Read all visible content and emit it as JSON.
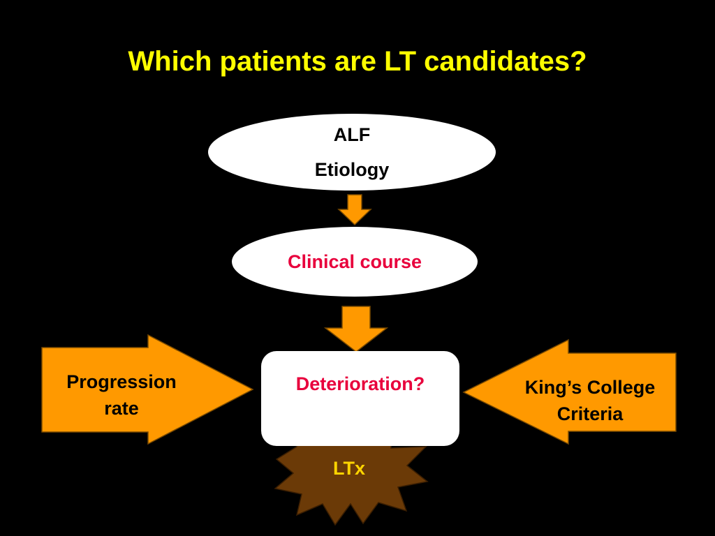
{
  "slide": {
    "title": "Which patients are LT candidates?"
  },
  "nodes": {
    "alf": {
      "line1": "ALF",
      "line2": "Etiology"
    },
    "clinical_course": {
      "label": "Clinical course"
    },
    "deterioration": {
      "label": "Deterioration?"
    },
    "ltx": {
      "label": "LTx"
    }
  },
  "side_inputs": {
    "left": {
      "line1": "Progression",
      "line2": "rate"
    },
    "right": {
      "line1": "King’s College",
      "line2": "Criteria"
    }
  },
  "colors": {
    "background": "#000000",
    "title": "#ffff00",
    "arrow_fill": "#ff9900",
    "node_fill": "#ffffff",
    "emphasis_text": "#e8003c",
    "starburst_fill": "#6b3a07",
    "starburst_text": "#ffd400"
  }
}
